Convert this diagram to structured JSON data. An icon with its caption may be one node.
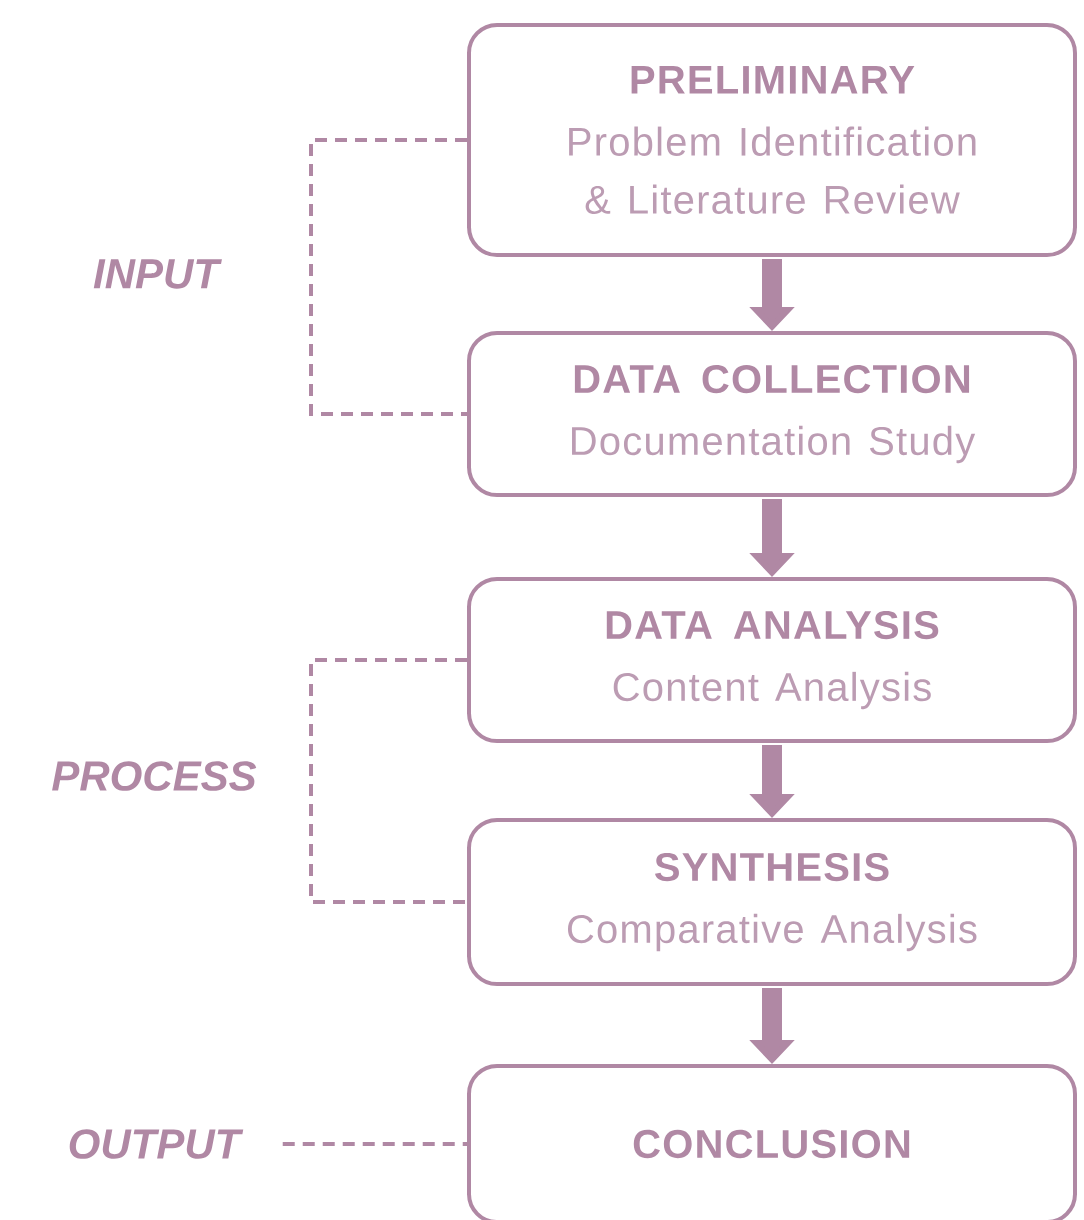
{
  "diagram": {
    "nodes": [
      {
        "text": [
          "PRELIMINARY",
          "Problem Identification & Literature Review"
        ]
      },
      {
        "text": [
          "DATA COLLECTION",
          "Documentation Study"
        ]
      },
      {
        "text": [
          "DATA ANALYSIS",
          "Content Analysis"
        ]
      },
      {
        "text": [
          "SYNTHESIS",
          "Comparative Analysis"
        ]
      },
      {
        "text": [
          "CONCLUSION"
        ]
      },
      {
        "text": [
          "INPUT"
        ]
      },
      {
        "text": [
          "PROCESS"
        ]
      },
      {
        "text": [
          "OUTPUT"
        ]
      }
    ],
    "edges": [
      {
        "from": 0,
        "to": 1,
        "arrow": "to"
      },
      {
        "from": 1,
        "to": 2,
        "arrow": "to"
      },
      {
        "from": 2,
        "to": 3,
        "arrow": "to"
      },
      {
        "from": 3,
        "to": 4,
        "arrow": "to"
      },
      {
        "from": 0,
        "to": 1,
        "arrow": "none",
        "style": "dashed"
      },
      {
        "from": 2,
        "to": 3,
        "arrow": "none",
        "style": "dashed"
      },
      {
        "from": 7,
        "to": 4,
        "arrow": "none",
        "style": "dashed"
      }
    ]
  }
}
